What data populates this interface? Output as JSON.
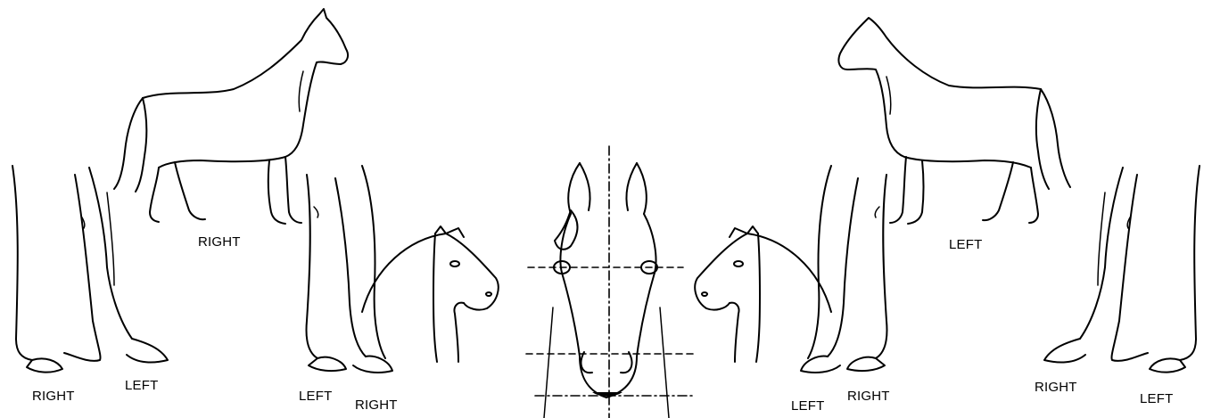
{
  "labels": {
    "top_left_horse": "RIGHT",
    "top_right_horse": "LEFT",
    "far_left_legs_right": "RIGHT",
    "far_left_legs_left": "LEFT",
    "inner_left_legs_left": "LEFT",
    "inner_left_legs_right": "RIGHT",
    "inner_right_legs_left": "LEFT",
    "inner_right_legs_right": "RIGHT",
    "far_right_legs_right": "RIGHT",
    "far_right_legs_left": "LEFT"
  },
  "colors": {
    "ink": "#000000",
    "background": "#ffffff"
  }
}
